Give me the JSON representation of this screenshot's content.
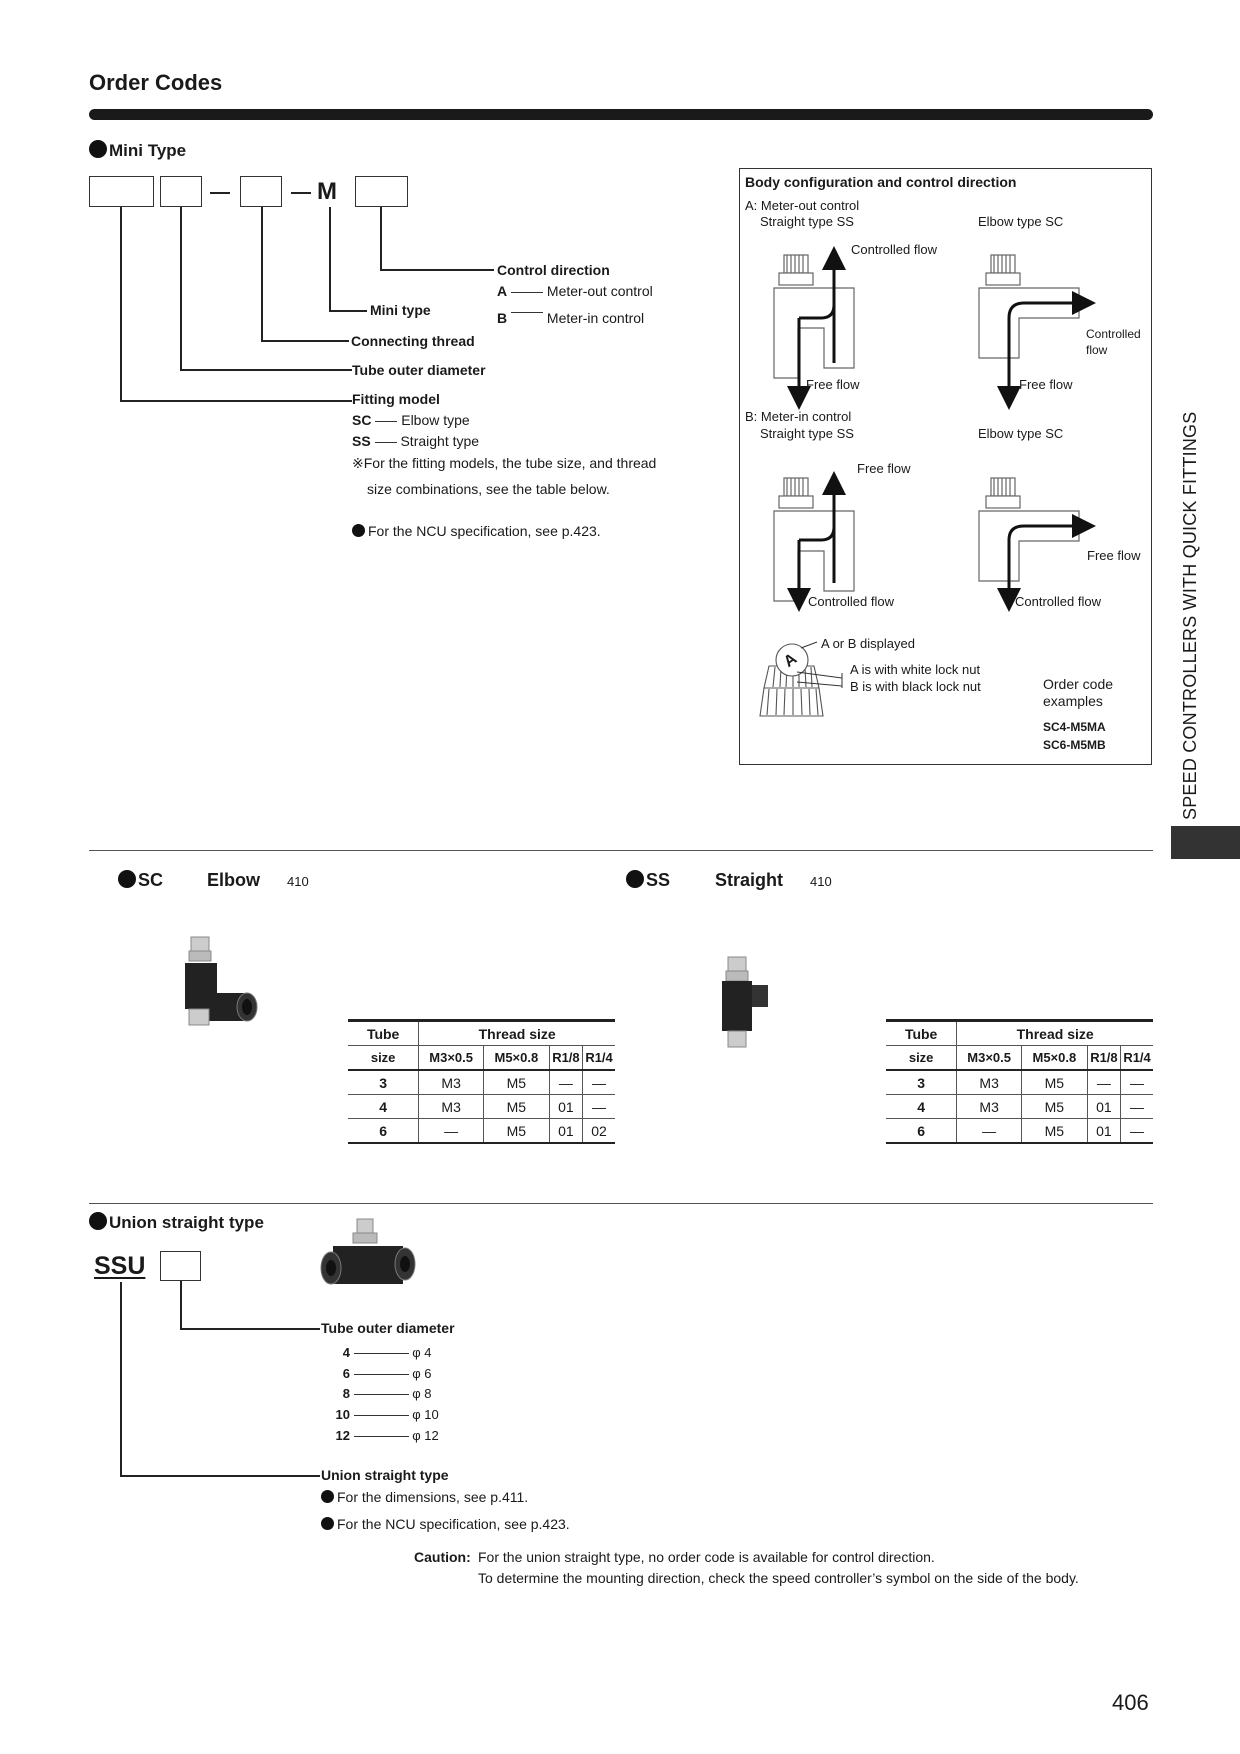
{
  "header": {
    "title": "Order Codes"
  },
  "mini_type": {
    "heading": "Mini Type",
    "code_letter": "M",
    "labels": {
      "control_direction": "Control direction",
      "option_a_key": "A",
      "option_a_value": "Meter-out control",
      "option_b_key": "B",
      "option_b_value": "Meter-in control",
      "mini_type": "Mini type",
      "connecting_thread": "Connecting thread",
      "tube_outer_diameter": "Tube outer diameter",
      "fitting_model": "Fitting model",
      "sc_key": "SC",
      "sc_value": "Elbow type",
      "ss_key": "SS",
      "ss_value": "Straight type",
      "note_line1": "※For the fitting models, the tube size, and thread",
      "note_line2": "size combinations, see the table below.",
      "ncu_note": "For the NCU specification, see p.423."
    }
  },
  "config_box": {
    "title": "Body configuration and control direction",
    "a_heading": "A: Meter-out control",
    "a_straight": "Straight type SS",
    "a_elbow": "Elbow type SC",
    "controlled_flow": "Controlled flow",
    "controlled_flow_l1": "Controlled",
    "controlled_flow_l2": "flow",
    "free_flow": "Free flow",
    "b_heading": "B: Meter-in control",
    "b_straight": "Straight type SS",
    "b_elbow": "Elbow type SC",
    "knob_letter": "A",
    "ab_displayed": "A or B displayed",
    "white_nut": "A is with white lock nut",
    "black_nut": "B is with black lock nut",
    "order_examples_l1": "Order code",
    "order_examples_l2": "examples",
    "example1": "SC4-M5MA",
    "example2": "SC6-M5MB"
  },
  "side_tab": {
    "text": "SPEED CONTROLLERS WITH QUICK FITTINGS"
  },
  "sc_section": {
    "code": "SC",
    "name": "Elbow",
    "page": "410",
    "table": {
      "tube_header_l1": "Tube",
      "tube_header_l2": "size",
      "thread_header": "Thread size",
      "columns": [
        "M3×0.5",
        "M5×0.8",
        "R1/8",
        "R1/4"
      ],
      "rows": [
        {
          "tube": "3",
          "cells": [
            "M3",
            "M5",
            "—",
            "—"
          ]
        },
        {
          "tube": "4",
          "cells": [
            "M3",
            "M5",
            "01",
            "—"
          ]
        },
        {
          "tube": "6",
          "cells": [
            "—",
            "M5",
            "01",
            "02"
          ]
        }
      ]
    }
  },
  "ss_section": {
    "code": "SS",
    "name": "Straight",
    "page": "410",
    "table": {
      "tube_header_l1": "Tube",
      "tube_header_l2": "size",
      "thread_header": "Thread size",
      "columns": [
        "M3×0.5",
        "M5×0.8",
        "R1/8",
        "R1/4"
      ],
      "rows": [
        {
          "tube": "3",
          "cells": [
            "M3",
            "M5",
            "—",
            "—"
          ]
        },
        {
          "tube": "4",
          "cells": [
            "M3",
            "M5",
            "01",
            "—"
          ]
        },
        {
          "tube": "6",
          "cells": [
            "—",
            "M5",
            "01",
            "—"
          ]
        }
      ]
    }
  },
  "union": {
    "heading": "Union straight type",
    "code": "SSU",
    "tube_outer_diameter": "Tube outer diameter",
    "sizes": [
      {
        "key": "4",
        "value": "φ 4"
      },
      {
        "key": "6",
        "value": "φ 6"
      },
      {
        "key": "8",
        "value": "φ 8"
      },
      {
        "key": "10",
        "value": "φ 10"
      },
      {
        "key": "12",
        "value": "φ 12"
      }
    ],
    "type_label": "Union straight type",
    "dims_note": "For the dimensions, see p.411.",
    "ncu_note": "For the NCU specification, see p.423.",
    "caution_label": "Caution:",
    "caution_line1": "For the union straight type, no order code is available for control direction.",
    "caution_line2": "To determine the mounting direction, check the speed controller’s symbol on the side of the body."
  },
  "footer": {
    "page_number": "406"
  }
}
